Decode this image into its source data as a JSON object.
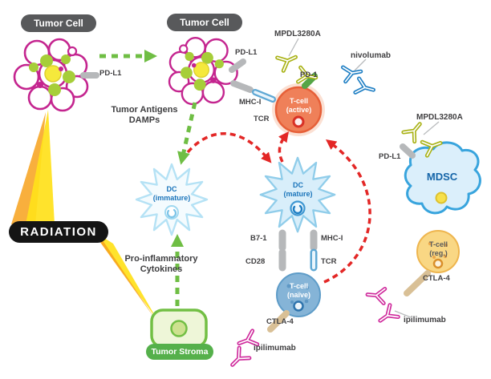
{
  "figure": {
    "labels": {
      "tumor_cell_left": "Tumor Cell",
      "tumor_cell_right": "Tumor Cell",
      "pd_l1_left": "PD-L1",
      "pd_l1_top": "PD-L1",
      "pd_l1_mdsc": "PD-L1",
      "mpdl3280a_top": "MPDL3280A",
      "mpdl3280a_right": "MPDL3280A",
      "nivolumab": "nivolumab",
      "pd_1": "PD-1",
      "mhc_i_top": "MHC-I",
      "tcr_top": "TCR",
      "b7_1": "B7-1",
      "cd28": "CD28",
      "mhc_i_bottom": "MHC-I",
      "tcr_bottom": "TCR",
      "ctla_4_naive": "CTLA-4",
      "ctla_4_reg": "CTLA-4",
      "ipilimumab_naive": "ipilimumab",
      "ipilimumab_reg": "ipilimumab",
      "radiation": "RADIATION",
      "tumor_stroma": "Tumor Stroma",
      "mdsc": "MDSC"
    },
    "cells": {
      "t_cell_active": {
        "line1": "T-cell",
        "line2": "(active)"
      },
      "t_cell_naive": {
        "line1": "T-cell",
        "line2": "(naïve)"
      },
      "t_cell_reg": {
        "line1": "T-cell",
        "line2": "(reg.)"
      },
      "dc_immature": {
        "line1": "DC",
        "line2": "(immature)"
      },
      "dc_mature": {
        "line1": "DC",
        "line2": "(mature)"
      }
    },
    "annotations": {
      "tumor_antigens_line1": "Tumor Antigens",
      "tumor_antigens_line2": "DAMPs",
      "cytokines_line1": "Pro-inflammatory",
      "cytokines_line2": "Cytokines"
    },
    "colors": {
      "green_arrow": "#6fbe44",
      "red_arrow": "#e32726",
      "tumor_magenta": "#c4258f",
      "tumor_green": "#a6ce39",
      "tumor_yellow": "#f5e93c",
      "dc_text_blue": "#1b75bb",
      "mdsc_outline": "#38a4dd",
      "t_active_fill": "#ef8059",
      "t_naive_fill": "#85b4d7",
      "t_reg_fill": "#f9d784",
      "mpdl3280a_antibody": "#a9b216",
      "nivolumab_antibody": "#1f7fc4",
      "ipilimumab_antibody": "#cf2a9c",
      "radiation_beam_yellow": "#ffe11a",
      "radiation_beam_orange": "#f7a11b",
      "stroma_green": "#72bf44",
      "label_pill_gray": "#58595b",
      "receptor_gray": "#b6b8ba",
      "receptor_blue": "#5fa8d4",
      "receptor_tan": "#d9c096",
      "pd1_capsule_green": "#55a546"
    }
  }
}
